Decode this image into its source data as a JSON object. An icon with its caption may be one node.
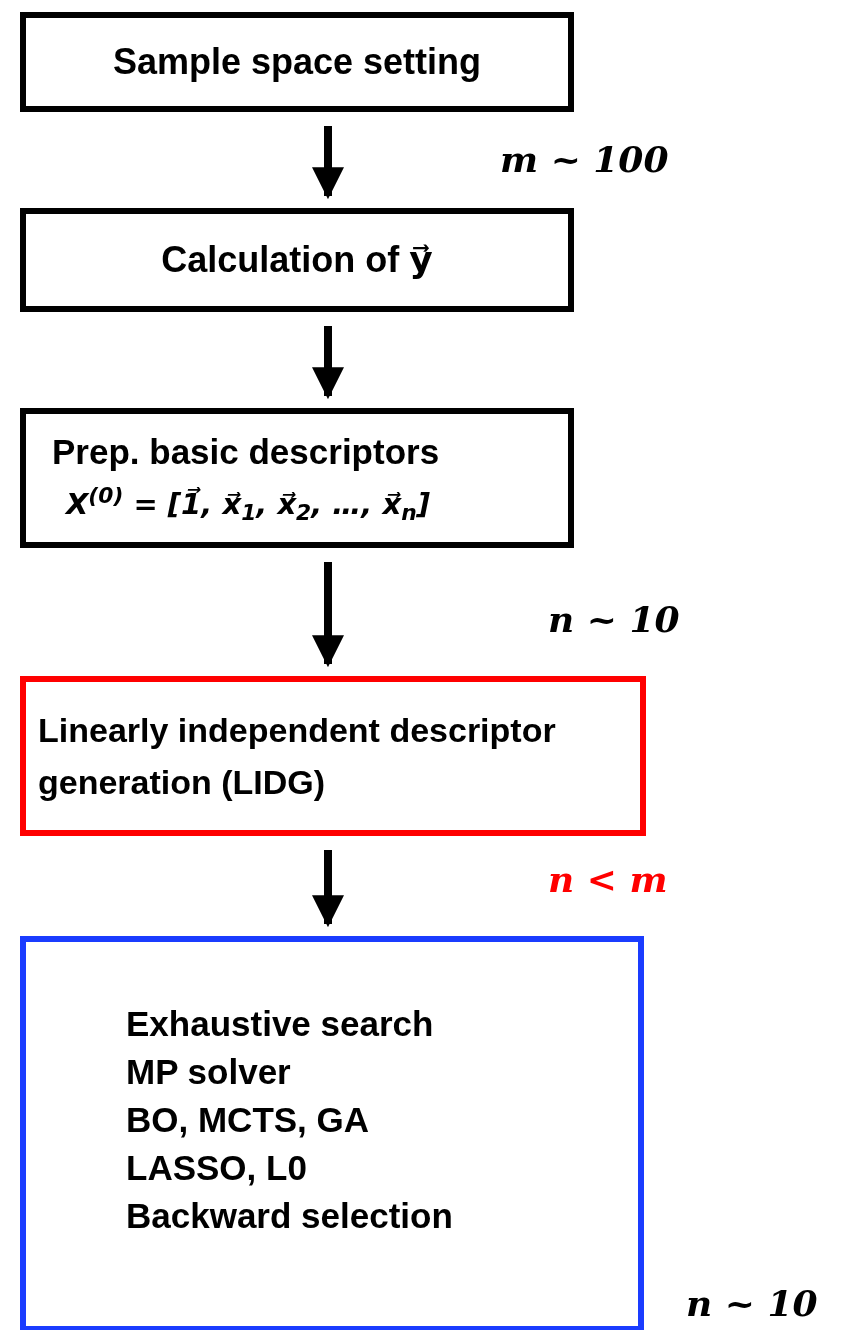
{
  "diagram": {
    "nodes": [
      {
        "text": [
          "Sample space setting"
        ]
      },
      {
        "text": [
          "Calculation of y⃗"
        ]
      },
      {
        "text": [
          "Prep. basic descriptors",
          "X$^{(0)}$ = [1⃗, x⃗$_{1}$, x⃗$_{2}$, …, x⃗$_{n}$]"
        ]
      },
      {
        "text": [
          "Linearly independent descriptor generation (LIDG)"
        ]
      },
      {
        "text": [
          "Exhaustive search",
          "MP solver",
          "BO, MCTS, GA",
          "LASSO, L0",
          "Backward selection"
        ]
      }
    ],
    "edges": [
      {
        "from": 0,
        "to": 1,
        "arrow": "to"
      },
      {
        "from": 1,
        "to": 2,
        "arrow": "to"
      },
      {
        "from": 2,
        "to": 3,
        "arrow": "to"
      },
      {
        "from": 3,
        "to": 4,
        "arrow": "to"
      }
    ],
    "labels": [
      "m ~ 100",
      "n ~ 10",
      "n < m",
      "n ~ 10"
    ]
  }
}
